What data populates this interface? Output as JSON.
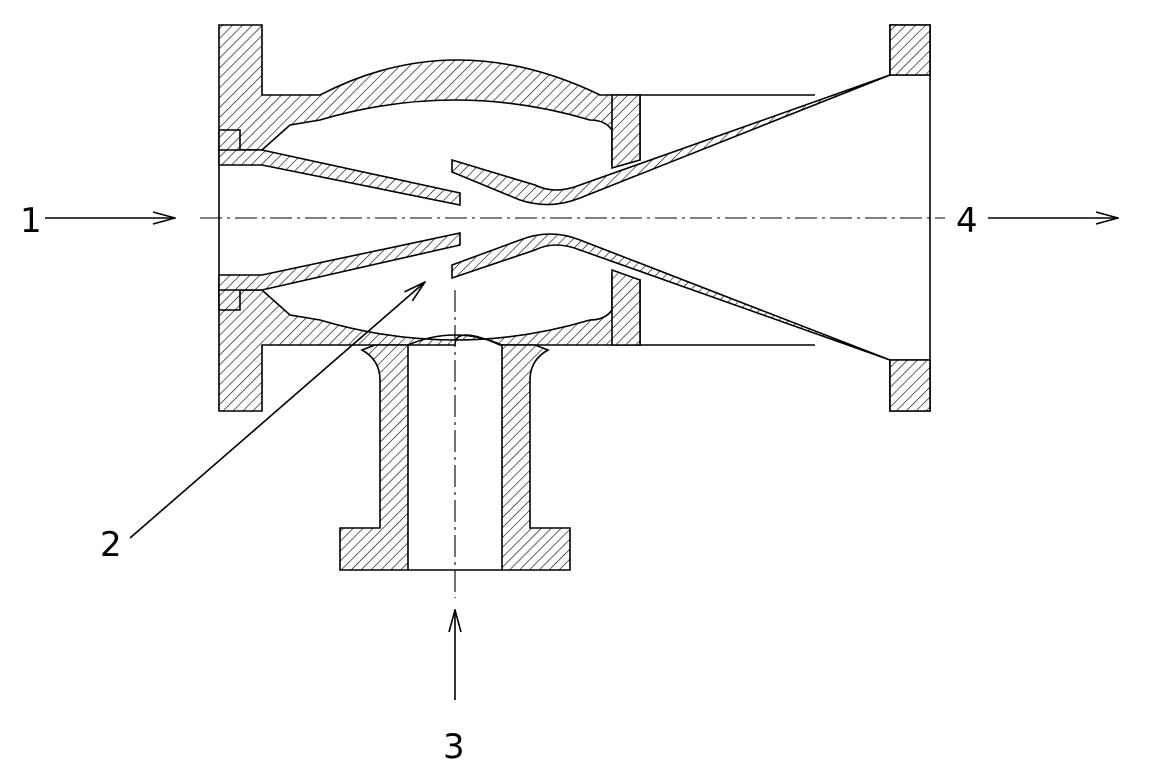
{
  "diagram": {
    "labels": {
      "callout_1": "1",
      "callout_2": "2",
      "callout_3": "3",
      "callout_4": "4"
    },
    "colors": {
      "line": "#000000",
      "background": "#ffffff"
    }
  }
}
